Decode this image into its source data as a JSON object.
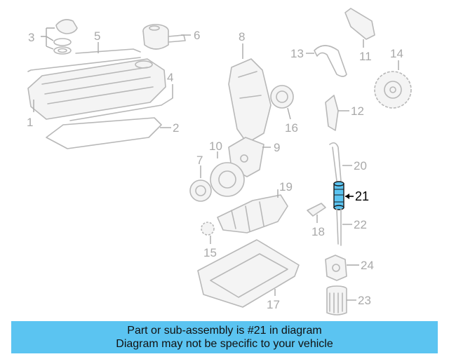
{
  "callouts": {
    "c1": "1",
    "c2": "2",
    "c3": "3",
    "c4": "4",
    "c5": "5",
    "c6": "6",
    "c7": "7",
    "c8": "8",
    "c9": "9",
    "c10": "10",
    "c11": "11",
    "c12": "12",
    "c13": "13",
    "c14": "14",
    "c15": "15",
    "c16": "16",
    "c17": "17",
    "c18": "18",
    "c19": "19",
    "c20": "20",
    "c21": "21",
    "c22": "22",
    "c23": "23",
    "c24": "24"
  },
  "highlight": {
    "part": "21",
    "color": "#5bc4f1"
  },
  "banner": {
    "line1": "Part or sub-assembly is #21 in diagram",
    "line2": "Diagram may not be specific to your vehicle",
    "background": "#5bc4f1"
  }
}
